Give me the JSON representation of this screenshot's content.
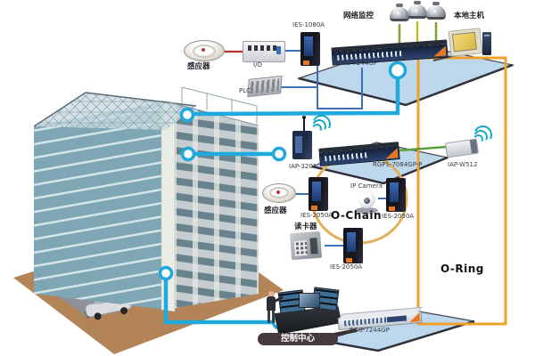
{
  "diagram": {
    "type": "building-network-topology",
    "colors": {
      "backbone": "#1FA9DC",
      "o_ring": "#EFA22A",
      "o_chain": "#E2B05A",
      "device_link": "#3A6FB8",
      "alarm_link": "#C03030",
      "camera_link": "#7FA22E",
      "camera_link_alt": "#C8B82A",
      "platform": "#BDD8EC"
    },
    "labels": {
      "network_monitoring": "网络监控",
      "local_host": "本地主机",
      "ies_1080a": "IES-1080A",
      "sensor_top": "感应器",
      "io_module": "I/O",
      "plc": "PLC",
      "rgps_7244gp": "RGPS-7244GP",
      "iap_3201": "IAP-3201",
      "rgps_7084gp_p": "RGPS-7084GP-P",
      "iap_w512": "IAP-W512",
      "sensor_mid": "感应器",
      "ies_2050a_left": "IES-2050A",
      "ip_camera": "IP Camera",
      "ies_2050a_right": "IES-2050A",
      "o_chain": "O-Chain",
      "card_reader": "读卡器",
      "ies_2050a_bottom": "IES-2050A",
      "o_ring": "O-Ring",
      "ros_7244gp": "ROS-7244GP",
      "control_center": "控制中心"
    }
  }
}
